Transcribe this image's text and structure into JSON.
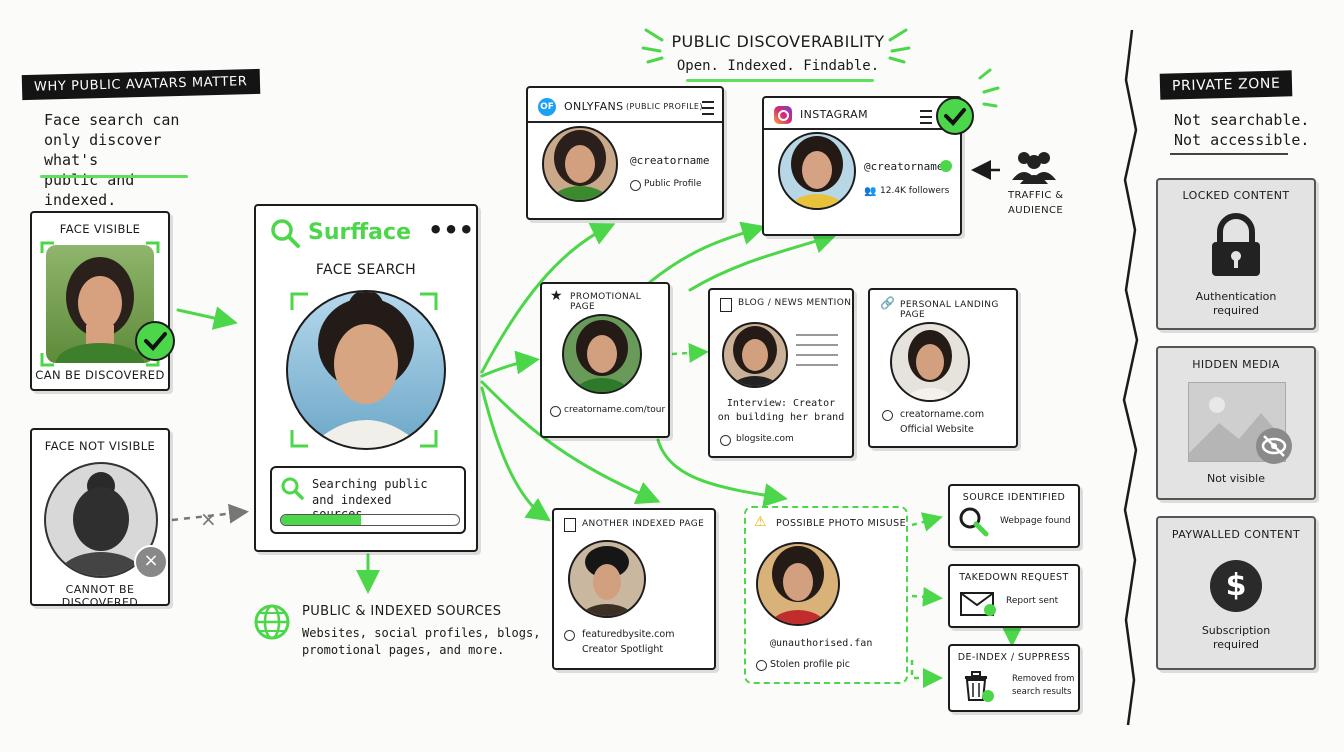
{
  "left": {
    "heading": "Why Public Avatars Matter",
    "desc_lines": [
      "Face search can",
      "only discover what's",
      "public and indexed."
    ],
    "visible_card": {
      "title": "Face Visible",
      "caption": "Can be discovered"
    },
    "hidden_card": {
      "title": "Face Not Visible",
      "caption": "Cannot be discovered"
    }
  },
  "search": {
    "brand": "Surfface",
    "menu": "•••",
    "title": "Face Search",
    "status_lines": [
      "Searching public",
      "and indexed sources..."
    ],
    "progress": 0.45
  },
  "sources": {
    "title": "Public & Indexed Sources",
    "lines": [
      "Websites, social profiles, blogs,",
      "promotional pages, and more."
    ]
  },
  "top": {
    "title": "Public Discoverability",
    "subtitle": "Open. Indexed. Findable."
  },
  "onlyfans": {
    "badge": "OF",
    "title": "OnlyFans",
    "note": "(Public Profile)",
    "handle": "@creatorname",
    "sub": "Public Profile"
  },
  "instagram": {
    "title": "Instagram",
    "handle": "@creatorname",
    "followers": "12.4K followers"
  },
  "traffic": {
    "lines": [
      "Traffic &",
      "Audience"
    ]
  },
  "promo": {
    "title": "Promotional Page",
    "url": "creatorname.com/tour"
  },
  "blog": {
    "title": "Blog / News Mention",
    "text_lines": [
      "Interview: Creator",
      "on building her brand"
    ],
    "url": "blogsite.com"
  },
  "landing": {
    "title": "Personal Landing Page",
    "url": "creatorname.com",
    "sub": "Official Website"
  },
  "another": {
    "title": "Another Indexed Page",
    "url": "featuredbysite.com",
    "sub": "Creator Spotlight"
  },
  "misuse": {
    "title": "Possible Photo Misuse",
    "handle": "@unauthorised.fan",
    "sub": "Stolen profile pic"
  },
  "steps": [
    {
      "title": "Source Identified",
      "lines": [
        "Webpage found"
      ]
    },
    {
      "title": "Takedown Request",
      "lines": [
        "Report sent"
      ]
    },
    {
      "title": "De-Index / Suppress",
      "lines": [
        "Removed from",
        "search results"
      ]
    }
  ],
  "private": {
    "heading": "Private Zone",
    "desc_lines": [
      "Not searchable.",
      "Not accessible."
    ],
    "cards": [
      {
        "title": "Locked Content",
        "lines": [
          "Authentication",
          "required"
        ]
      },
      {
        "title": "Hidden Media",
        "lines": [
          "Not visible"
        ]
      },
      {
        "title": "Paywalled Content",
        "lines": [
          "Subscription",
          "required"
        ]
      }
    ]
  },
  "colors": {
    "accent": "#4cd64a",
    "ink": "#1b1b1b",
    "private_bg": "#e3e3e3"
  }
}
